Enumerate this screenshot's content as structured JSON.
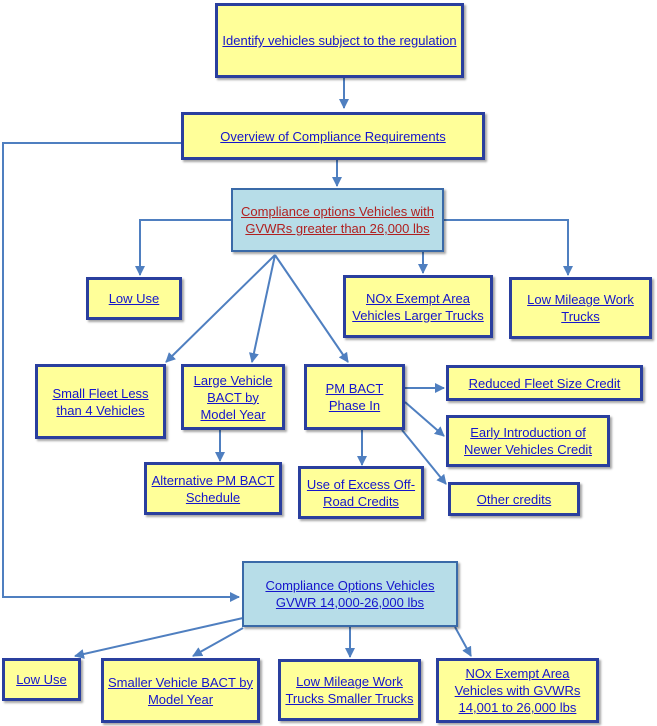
{
  "nodes": {
    "identify": "Identify vehicles subject to the regulation",
    "overview": "Overview of Compliance Requirements",
    "options_large": "Compliance options Vehicles with GVWRs greater than 26,000 lbs",
    "low_use_1": "Low Use",
    "nox_exempt_large": "NOx Exempt Area Vehicles Larger Trucks",
    "low_mileage_work": "Low Mileage Work Trucks",
    "small_fleet": "Small Fleet Less than 4 Vehicles",
    "large_vehicle_bact": "Large Vehicle BACT by Model Year",
    "pm_bact": "PM BACT Phase In",
    "reduced_fleet": "Reduced Fleet Size Credit",
    "early_intro": "Early Introduction of Newer Vehicles Credit",
    "alt_pm": "Alternative PM BACT Schedule",
    "excess_offroad": "Use of Excess Off-Road Credits",
    "other_credits": "Other credits",
    "options_small": "Compliance Options Vehicles GVWR 14,000-26,000 lbs",
    "low_use_2": "Low Use",
    "smaller_bact": "Smaller Vehicle BACT by Model Year",
    "low_mileage_smaller": "Low Mileage Work Trucks Smaller Trucks",
    "nox_exempt_small": "NOx Exempt Area Vehicles with GVWRs 14,001 to 26,000 lbs"
  },
  "colors": {
    "box_fill": "#ffff99",
    "box_border": "#2a3f9e",
    "header_fill": "#b7dde8",
    "arrow": "#4f7fc0",
    "link": "#1515cc",
    "link_red": "#b02020"
  }
}
